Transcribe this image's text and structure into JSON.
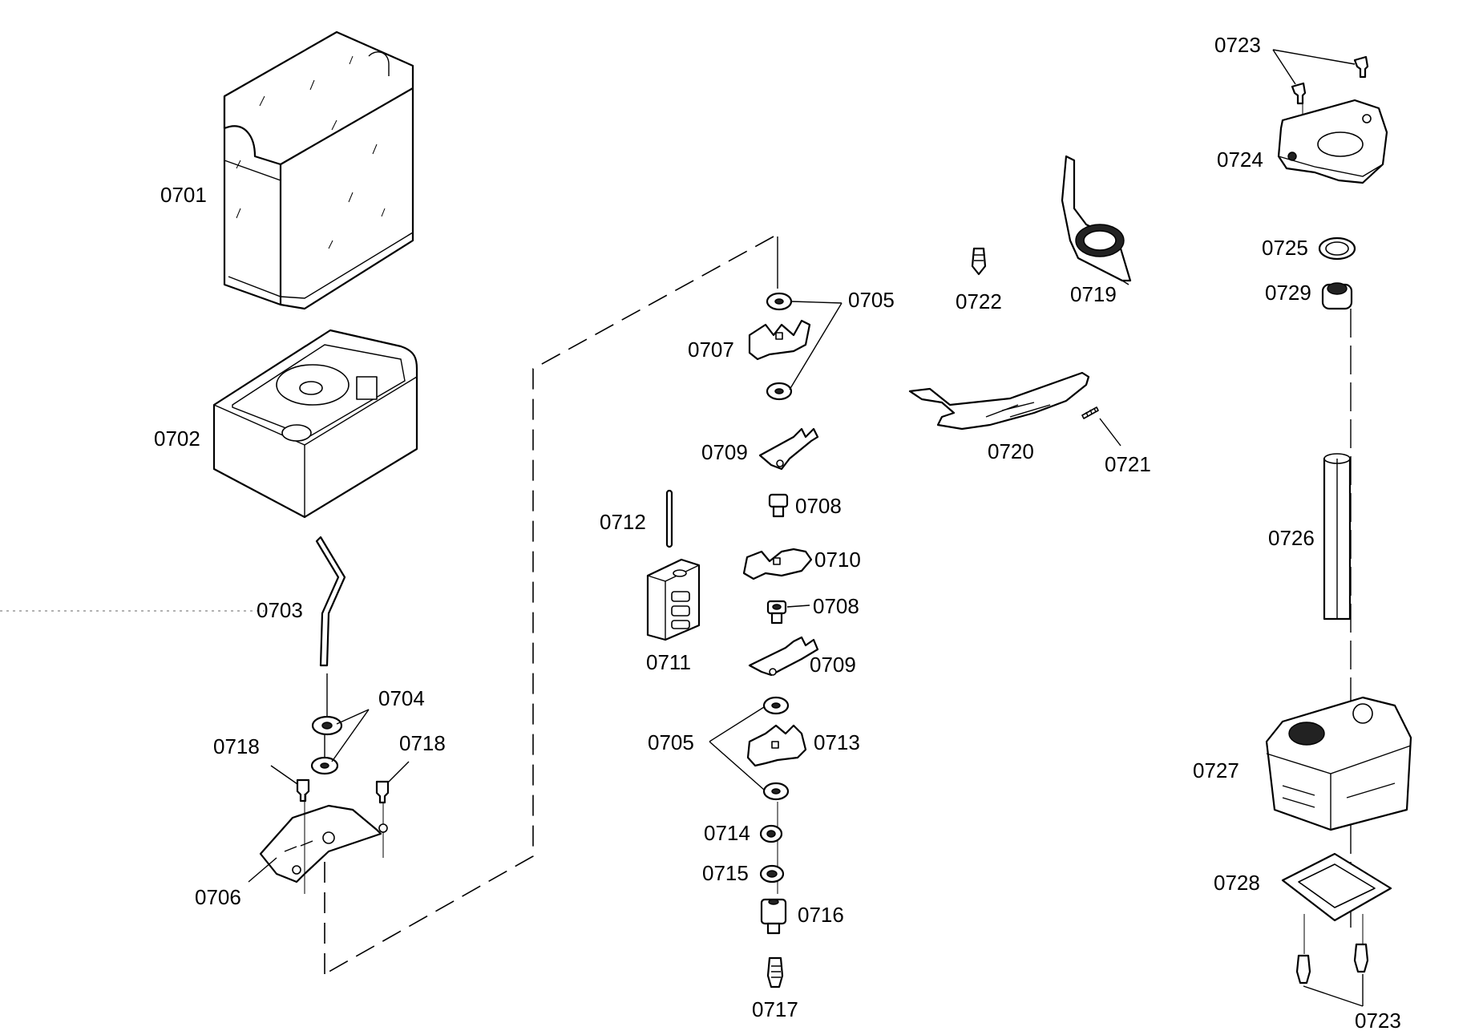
{
  "labels": {
    "l0701": "0701",
    "l0702": "0702",
    "l0703": "0703",
    "l0704": "0704",
    "l0705a": "0705",
    "l0705b": "0705",
    "l0706": "0706",
    "l0707": "0707",
    "l0708a": "0708",
    "l0708b": "0708",
    "l0709a": "0709",
    "l0709b": "0709",
    "l0710": "0710",
    "l0711": "0711",
    "l0712": "0712",
    "l0713": "0713",
    "l0714": "0714",
    "l0715": "0715",
    "l0716": "0716",
    "l0717": "0717",
    "l0718a": "0718",
    "l0718b": "0718",
    "l0719": "0719",
    "l0720": "0720",
    "l0721": "0721",
    "l0722": "0722",
    "l0723a": "0723",
    "l0723b": "0723",
    "l0724": "0724",
    "l0725": "0725",
    "l0726": "0726",
    "l0727": "0727",
    "l0728": "0728",
    "l0729": "0729"
  }
}
